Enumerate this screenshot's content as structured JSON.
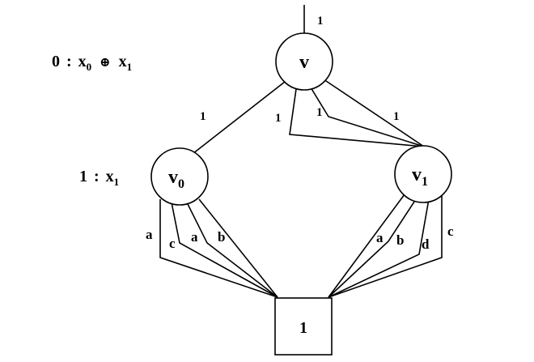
{
  "levels": [
    {
      "index": "0",
      "sep": ":",
      "var": "x",
      "sub": "0",
      "op": "⊕",
      "var2": "x",
      "sub2": "1"
    },
    {
      "index": "1",
      "sep": ":",
      "var": "x",
      "sub": "1"
    }
  ],
  "nodes": {
    "root": {
      "label": "v",
      "sub": ""
    },
    "left": {
      "label": "v",
      "sub": "0"
    },
    "right": {
      "label": "v",
      "sub": "1"
    },
    "terminal": {
      "label": "1"
    }
  },
  "edge_labels": {
    "root_in": "1",
    "root_left": "1",
    "root_loop_a": "1",
    "root_loop_b": "1",
    "root_right": "1",
    "left_a1": "a",
    "left_c": "c",
    "left_a2": "a",
    "left_b": "b",
    "right_a": "a",
    "right_b": "b",
    "right_d": "d",
    "right_c": "c"
  }
}
